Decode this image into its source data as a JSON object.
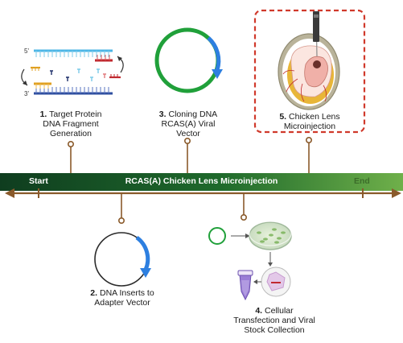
{
  "timeline": {
    "title": "RCAS(A) Chicken Lens Microinjection",
    "start": "Start",
    "end": "End"
  },
  "steps": [
    {
      "num": "1.",
      "text_line1": "Target Protein",
      "text_line2": "DNA Fragment",
      "text_line3": "Generation"
    },
    {
      "num": "2.",
      "text_line1": "DNA Inserts to",
      "text_line2": "Adapter Vector"
    },
    {
      "num": "3.",
      "text_line1": "Cloning DNA",
      "text_line2": "RCAS(A) Viral",
      "text_line3": "Vector"
    },
    {
      "num": "4.",
      "text_line1": "Cellular",
      "text_line2": "Transfection and Viral",
      "text_line3": "Stock Collection"
    },
    {
      "num": "5.",
      "text_line1": "Chicken Lens",
      "text_line2": "Microinjection"
    }
  ],
  "dna_ends": {
    "top_5": "5'",
    "bottom_3": "3'"
  },
  "colors": {
    "band_dark": "#0f3d1f",
    "band_light": "#5aa33e",
    "arrow_brown": "#8a5a2b",
    "plasmid_green": "#20a03a",
    "plasmid_blue": "#2d7fe0",
    "highlight_red": "#d0392b"
  }
}
